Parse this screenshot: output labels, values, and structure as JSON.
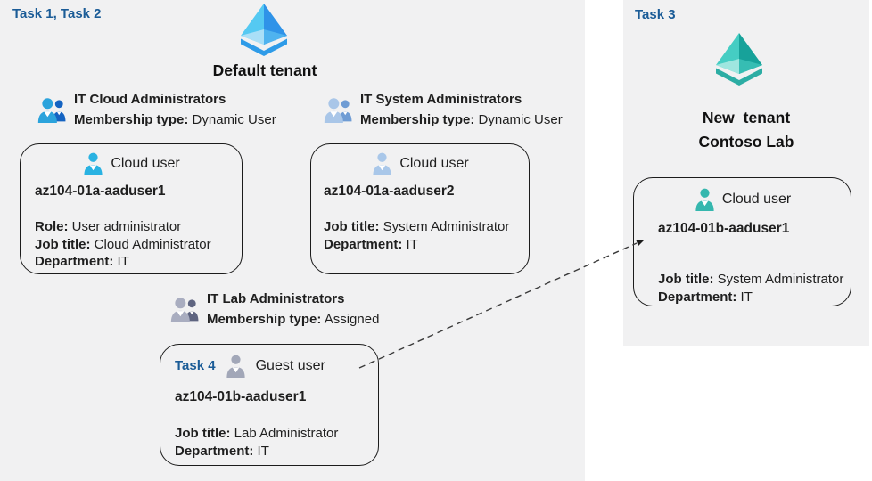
{
  "colors": {
    "panel_bg": "#f1f1f2",
    "task_label_blue": "#1b5c97",
    "text": "#1f1f1f",
    "aad_blue_light": "#55c9f2",
    "aad_blue_dark": "#2f93e8",
    "aad_teal_light": "#45cdc3",
    "aad_teal_dark": "#17a29a",
    "user_cyan": "#29b2e2",
    "user_light_blue": "#a9c7e9",
    "user_gray": "#a2a7b8",
    "user_teal": "#35b7ae"
  },
  "icons": {
    "default_tenant": "azure-ad-pyramid-blue",
    "new_tenant": "azure-ad-pyramid-teal",
    "group_blue": "two-users-blue",
    "group_light_blue": "two-users-light-blue",
    "group_gray": "two-users-gray",
    "cloud_user": "single-user",
    "guest_user": "single-user-gray"
  },
  "default_tenant": {
    "task_label": "Task 1, Task 2",
    "title": "Default tenant",
    "groups": [
      {
        "name": "IT Cloud Administrators",
        "membership_label": "Membership type:",
        "membership_value": "Dynamic User"
      },
      {
        "name": "IT System Administrators",
        "membership_label": "Membership type:",
        "membership_value": "Dynamic User"
      },
      {
        "name": "IT Lab Administrators",
        "membership_label": "Membership type:",
        "membership_value": "Assigned"
      }
    ],
    "cards": [
      {
        "user_type": "Cloud user",
        "name": "az104-01a-aaduser1",
        "fields": [
          {
            "label": "Role:",
            "value": "User administrator"
          },
          {
            "label": "Job title:",
            "value": "Cloud Administrator"
          },
          {
            "label": "Department:",
            "value": "IT"
          }
        ]
      },
      {
        "user_type": "Cloud user",
        "name": "az104-01a-aaduser2",
        "fields": [
          {
            "label": "Job title:",
            "value": "System Administrator"
          },
          {
            "label": "Department:",
            "value": "IT"
          }
        ]
      },
      {
        "task_label": "Task 4",
        "user_type": "Guest user",
        "name": "az104-01b-aaduser1",
        "fields": [
          {
            "label": "Job title:",
            "value": "Lab Administrator"
          },
          {
            "label": "Department:",
            "value": "IT"
          }
        ]
      }
    ]
  },
  "new_tenant": {
    "task_label": "Task 3",
    "title_line1": "New tenant",
    "title_line2": "Contoso Lab",
    "card": {
      "user_type": "Cloud user",
      "name": "az104-01b-aaduser1",
      "fields": [
        {
          "label": "Job title:",
          "value": "System Administrator"
        },
        {
          "label": "Department:",
          "value": "IT"
        }
      ]
    }
  }
}
